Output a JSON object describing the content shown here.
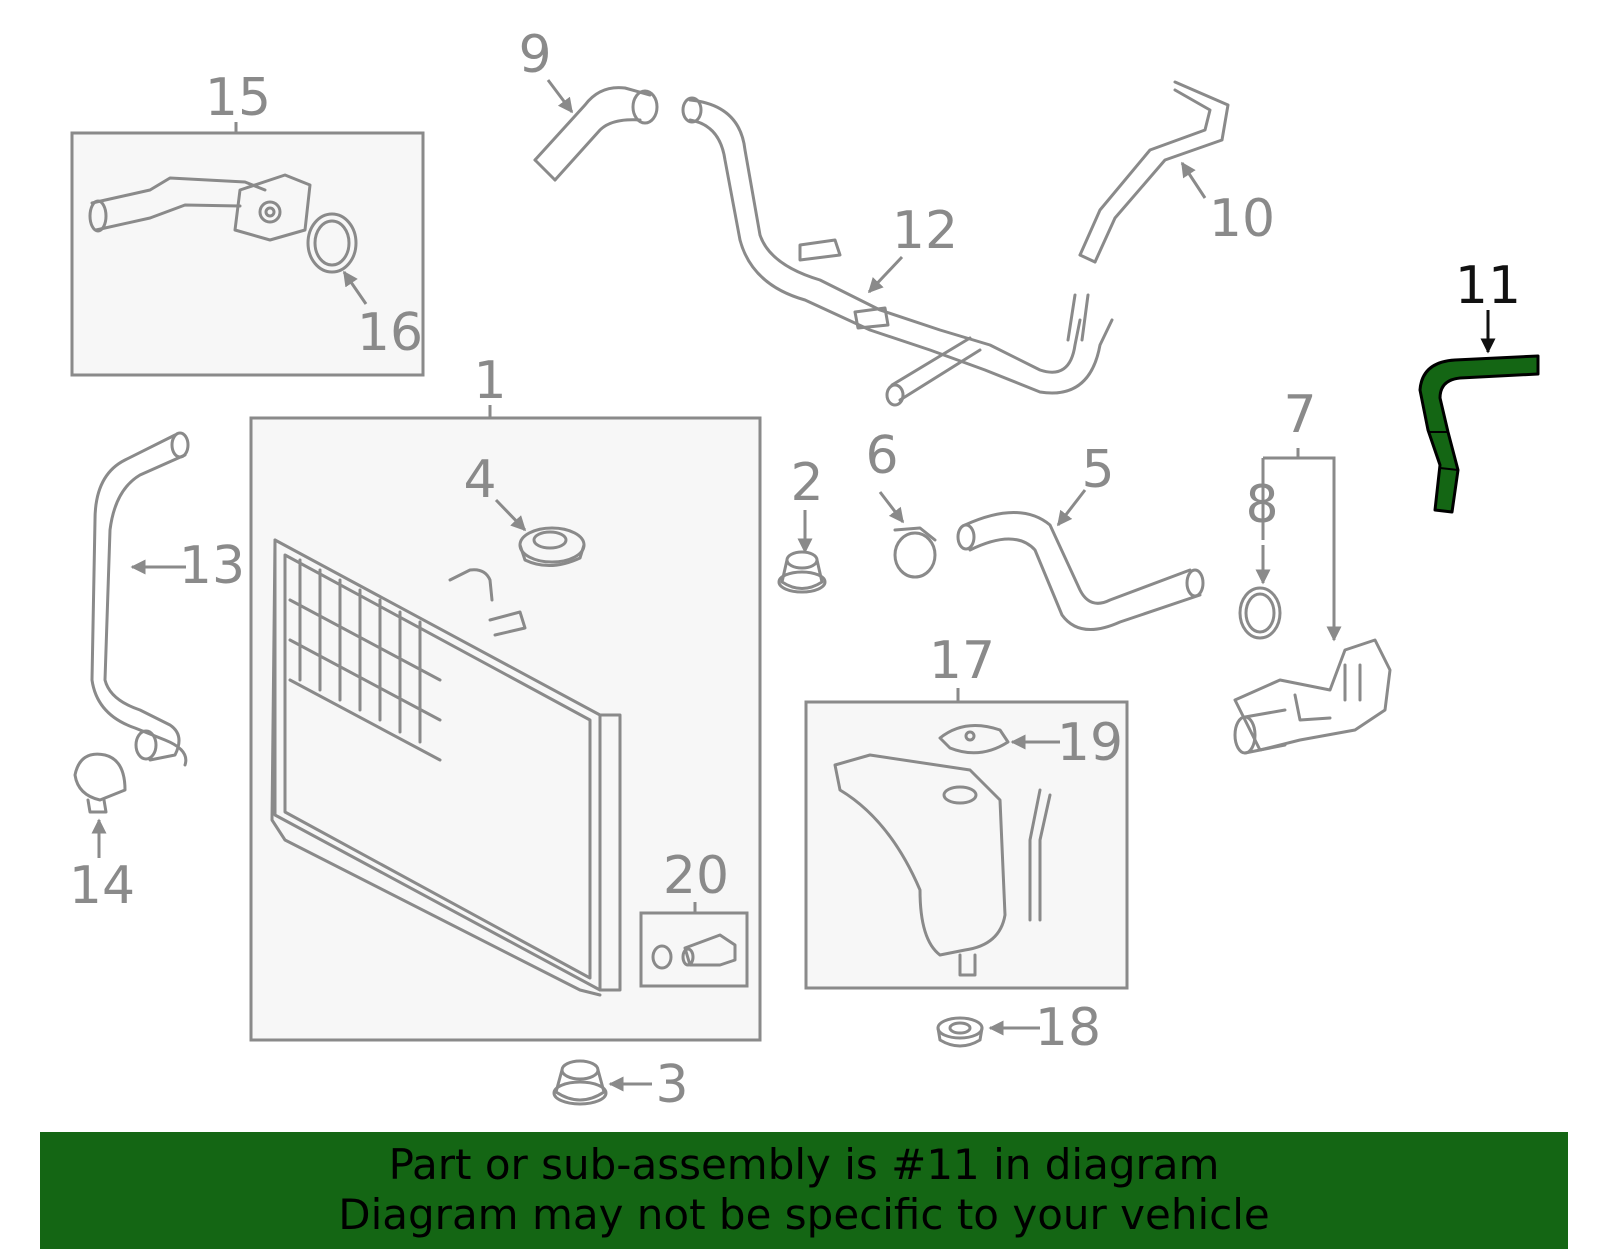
{
  "callouts": {
    "c1": "1",
    "c2": "2",
    "c3": "3",
    "c4": "4",
    "c5": "5",
    "c6": "6",
    "c7": "7",
    "c8": "8",
    "c9": "9",
    "c10": "10",
    "c11": "11",
    "c12": "12",
    "c13": "13",
    "c14": "14",
    "c15": "15",
    "c16": "16",
    "c17": "17",
    "c18": "18",
    "c19": "19",
    "c20": "20"
  },
  "highlight": {
    "part": "11",
    "color": "#146614"
  },
  "banner": {
    "line1": "Part or sub-assembly is #11 in diagram",
    "line2": "Diagram may not be specific to your vehicle",
    "color": "#146614"
  }
}
